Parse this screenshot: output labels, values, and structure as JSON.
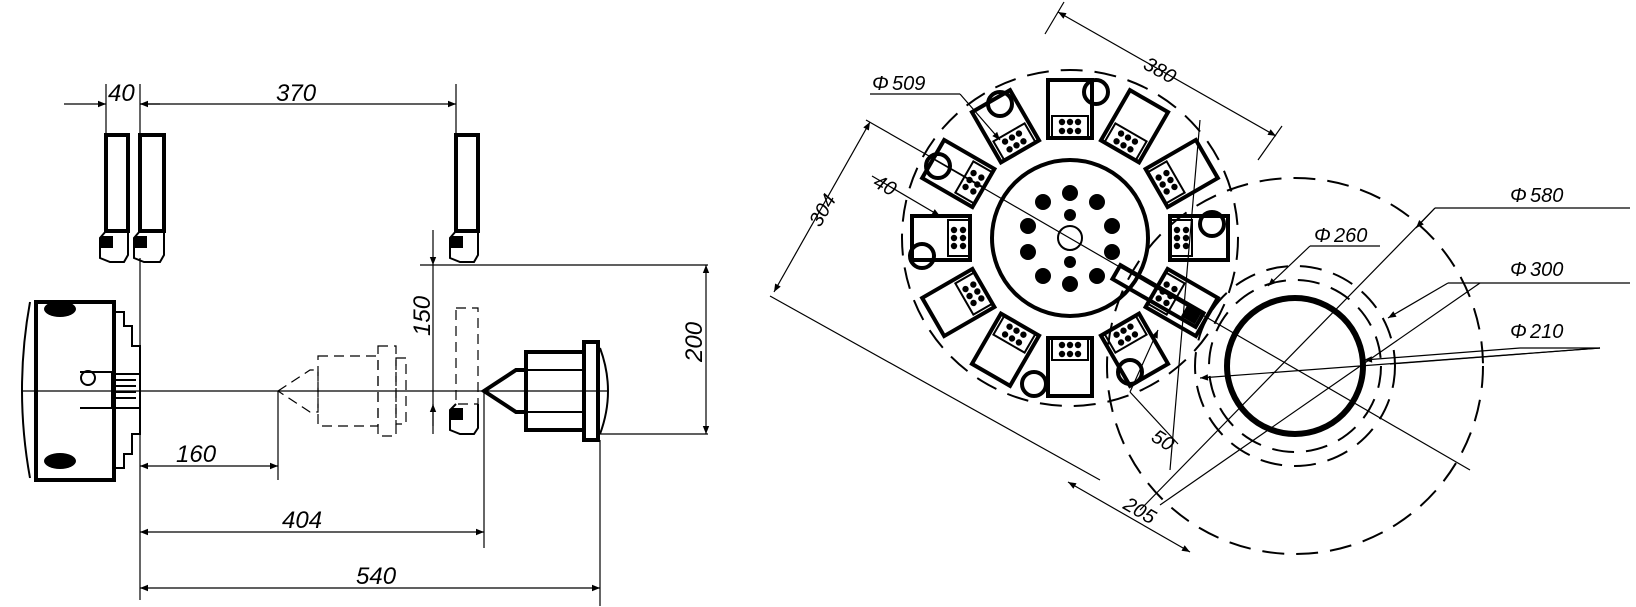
{
  "side_view": {
    "dim_40": "40",
    "dim_370": "370",
    "dim_150": "150",
    "dim_200": "200",
    "dim_160": "160",
    "dim_404": "404",
    "dim_540": "540"
  },
  "turret_view": {
    "dim_509": "509",
    "dim_380": "380",
    "dim_304": "304",
    "dim_40": "40",
    "dim_50": "50",
    "dim_205": "205",
    "dim_260": "260",
    "dim_580": "580",
    "dim_300": "300",
    "dim_210": "210"
  },
  "symbols": {
    "diameter": "Φ"
  }
}
